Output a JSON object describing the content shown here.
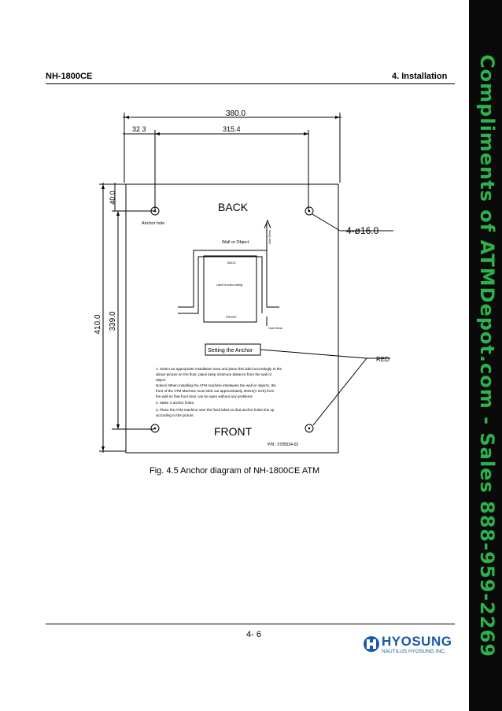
{
  "header": {
    "model": "NH-1800CE",
    "section": "4. Installation"
  },
  "drawing": {
    "dim_total_width": "380.0",
    "dim_left_offset": "32 3",
    "dim_hole_spacing": "315.4",
    "dim_total_height": "410.0",
    "dim_hole_vertical": "339.0",
    "dim_top_offset": "40.0",
    "back_label": "BACK",
    "front_label": "FRONT",
    "anchor_hole_label": "Anchor hole",
    "hole_callout": "4-ø16.0",
    "wall_label": "Wall or Object",
    "side_gap_label": "Over 50mm",
    "bottom_gap_label": "Over 50mm",
    "inner_back": "BACK",
    "inner_front": "FRONT",
    "inner_label": "Label for anchor setting",
    "setting_label": "Setting the Anchor",
    "red_label": "RED",
    "instructions": [
      "1. Select an appropriate installation area and place this label accordingly to the",
      "   above picture on the floor, place keep minimum distance from the wall or",
      "   object",
      "   Notice) When installing the ATM machine inbetween the wall or objects, the",
      "   front of the ATM Machine must stick out approximately 30mm(1 Inch) from",
      "   the wall so that front door can be open without any problems",
      "2. Make 4 anchor holes.",
      "3. Place the ATM machine over the fixed label so that anchor holes line up",
      "   according to the picture."
    ],
    "part_number": "P/N : 5785534-02"
  },
  "caption": "Fig. 4.5 Anchor diagram of NH-1800CE ATM",
  "footer": {
    "page": "4- 6",
    "brand": "HYOSUNG",
    "brand_sub": "NAUTILUS HYOSUNG INC."
  },
  "banner": {
    "text": "Compliments of ATMDepot.com - Sales 888-959-2269",
    "color": "#2cb24a"
  }
}
